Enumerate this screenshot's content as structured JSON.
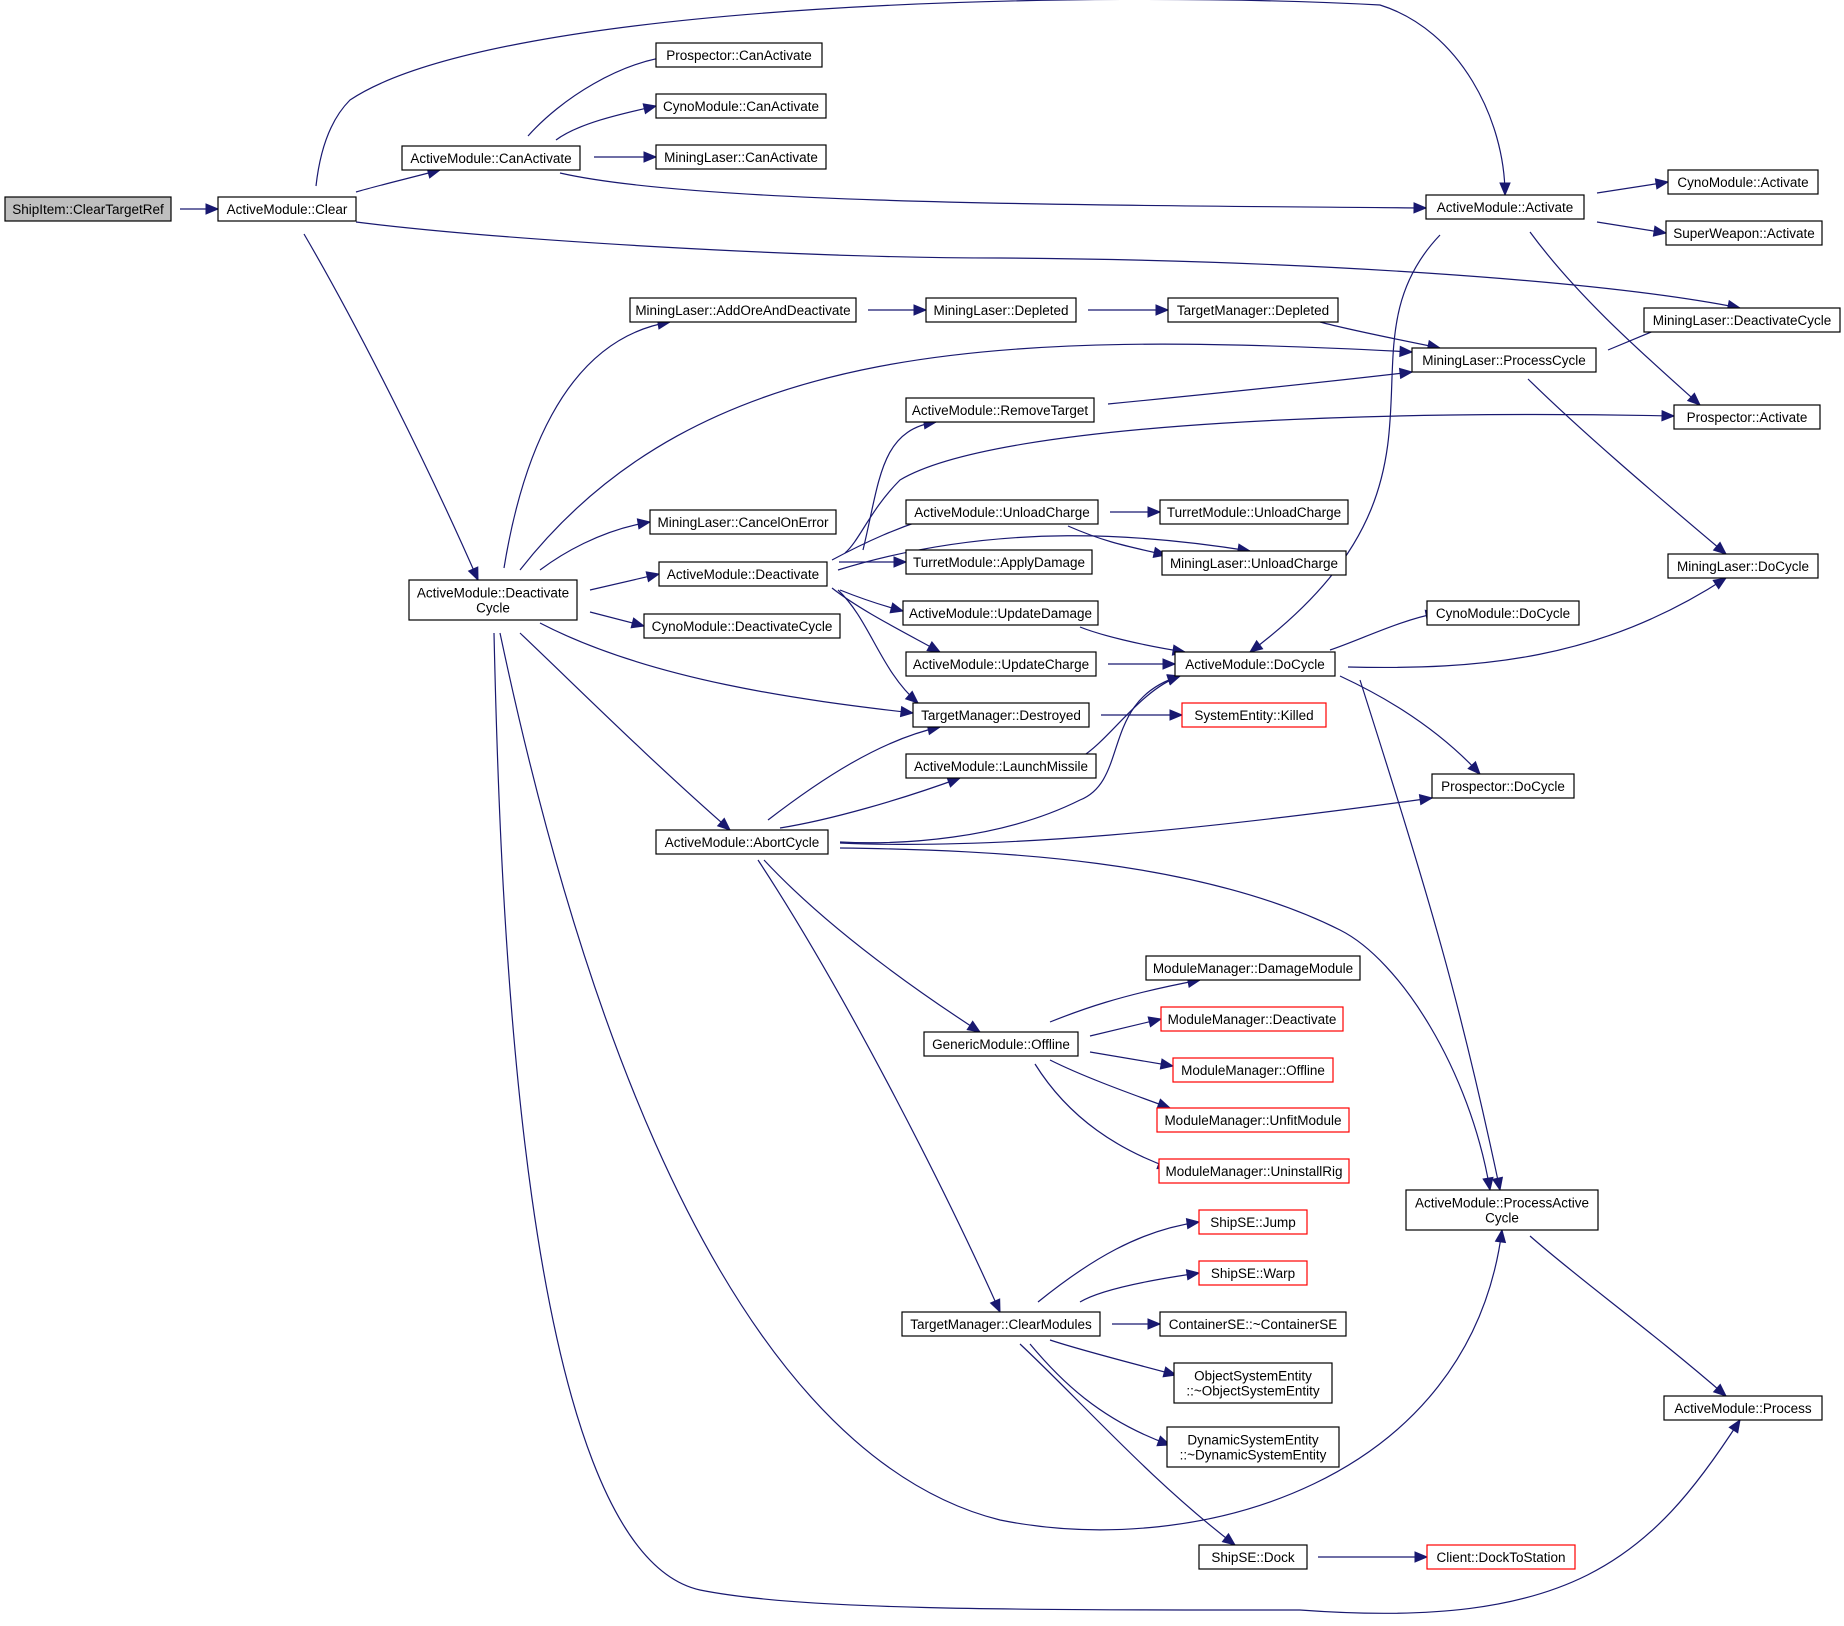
{
  "nodes": [
    {
      "id": "n0",
      "label": [
        "ShipItem::ClearTargetRef"
      ],
      "style": "root"
    },
    {
      "id": "n1",
      "label": [
        "ActiveModule::Clear"
      ]
    },
    {
      "id": "n2",
      "label": [
        "ActiveModule::CanActivate"
      ]
    },
    {
      "id": "n3",
      "label": [
        "Prospector::CanActivate"
      ]
    },
    {
      "id": "n4",
      "label": [
        "CynoModule::CanActivate"
      ]
    },
    {
      "id": "n5",
      "label": [
        "MiningLaser::CanActivate"
      ]
    },
    {
      "id": "n6",
      "label": [
        "ActiveModule::Activate"
      ]
    },
    {
      "id": "n7",
      "label": [
        "CynoModule::Activate"
      ]
    },
    {
      "id": "n8",
      "label": [
        "SuperWeapon::Activate"
      ]
    },
    {
      "id": "n9",
      "label": [
        "MiningLaser::DeactivateCycle"
      ]
    },
    {
      "id": "n10",
      "label": [
        "Prospector::Activate"
      ]
    },
    {
      "id": "n11",
      "label": [
        "ActiveModule::Deactivate",
        "Cycle"
      ]
    },
    {
      "id": "n12",
      "label": [
        "MiningLaser::AddOreAndDeactivate"
      ]
    },
    {
      "id": "n13",
      "label": [
        "MiningLaser::Depleted"
      ]
    },
    {
      "id": "n14",
      "label": [
        "TargetManager::Depleted"
      ]
    },
    {
      "id": "n15",
      "label": [
        "MiningLaser::ProcessCycle"
      ]
    },
    {
      "id": "n16",
      "label": [
        "MiningLaser::DoCycle"
      ]
    },
    {
      "id": "n17",
      "label": [
        "MiningLaser::CancelOnError"
      ]
    },
    {
      "id": "n18",
      "label": [
        "ActiveModule::Deactivate"
      ]
    },
    {
      "id": "n19",
      "label": [
        "CynoModule::DeactivateCycle"
      ]
    },
    {
      "id": "n20",
      "label": [
        "ActiveModule::RemoveTarget"
      ]
    },
    {
      "id": "n21",
      "label": [
        "ActiveModule::UnloadCharge"
      ]
    },
    {
      "id": "n22",
      "label": [
        "TurretModule::UnloadCharge"
      ]
    },
    {
      "id": "n23",
      "label": [
        "MiningLaser::UnloadCharge"
      ]
    },
    {
      "id": "n24",
      "label": [
        "TurretModule::ApplyDamage"
      ]
    },
    {
      "id": "n25",
      "label": [
        "ActiveModule::UpdateDamage"
      ]
    },
    {
      "id": "n26",
      "label": [
        "ActiveModule::UpdateCharge"
      ]
    },
    {
      "id": "n27",
      "label": [
        "ActiveModule::DoCycle"
      ]
    },
    {
      "id": "n28",
      "label": [
        "CynoModule::DoCycle"
      ]
    },
    {
      "id": "n29",
      "label": [
        "TargetManager::Destroyed"
      ]
    },
    {
      "id": "n30",
      "label": [
        "SystemEntity::Killed"
      ],
      "style": "red"
    },
    {
      "id": "n31",
      "label": [
        "ActiveModule::LaunchMissile"
      ]
    },
    {
      "id": "n32",
      "label": [
        "Prospector::DoCycle"
      ]
    },
    {
      "id": "n33",
      "label": [
        "ActiveModule::AbortCycle"
      ]
    },
    {
      "id": "n34",
      "label": [
        "GenericModule::Offline"
      ]
    },
    {
      "id": "n35",
      "label": [
        "ModuleManager::DamageModule"
      ]
    },
    {
      "id": "n36",
      "label": [
        "ModuleManager::Deactivate"
      ],
      "style": "red"
    },
    {
      "id": "n37",
      "label": [
        "ModuleManager::Offline"
      ],
      "style": "red"
    },
    {
      "id": "n38",
      "label": [
        "ModuleManager::UnfitModule"
      ],
      "style": "red"
    },
    {
      "id": "n39",
      "label": [
        "ModuleManager::UninstallRig"
      ],
      "style": "red"
    },
    {
      "id": "n40",
      "label": [
        "ActiveModule::ProcessActive",
        "Cycle"
      ]
    },
    {
      "id": "n41",
      "label": [
        "ActiveModule::Process"
      ]
    },
    {
      "id": "n42",
      "label": [
        "TargetManager::ClearModules"
      ]
    },
    {
      "id": "n43",
      "label": [
        "ShipSE::Jump"
      ],
      "style": "red"
    },
    {
      "id": "n44",
      "label": [
        "ShipSE::Warp"
      ],
      "style": "red"
    },
    {
      "id": "n45",
      "label": [
        "ContainerSE::~ContainerSE"
      ]
    },
    {
      "id": "n46",
      "label": [
        "ObjectSystemEntity",
        "::~ObjectSystemEntity"
      ]
    },
    {
      "id": "n47",
      "label": [
        "DynamicSystemEntity",
        "::~DynamicSystemEntity"
      ]
    },
    {
      "id": "n48",
      "label": [
        "ShipSE::Dock"
      ]
    },
    {
      "id": "n49",
      "label": [
        "Client::DockToStation"
      ],
      "style": "red"
    }
  ],
  "edges": [
    {
      "from": "n1",
      "to": "n0"
    },
    {
      "from": "n2",
      "to": "n1"
    },
    {
      "from": "n6",
      "to": "n1"
    },
    {
      "from": "n9",
      "to": "n1"
    },
    {
      "from": "n11",
      "to": "n1"
    },
    {
      "from": "n3",
      "to": "n2"
    },
    {
      "from": "n4",
      "to": "n2"
    },
    {
      "from": "n5",
      "to": "n2"
    },
    {
      "from": "n6",
      "to": "n2"
    },
    {
      "from": "n7",
      "to": "n6"
    },
    {
      "from": "n8",
      "to": "n6"
    },
    {
      "from": "n10",
      "to": "n6"
    },
    {
      "from": "n27",
      "to": "n6"
    },
    {
      "from": "n12",
      "to": "n11"
    },
    {
      "from": "n15",
      "to": "n11"
    },
    {
      "from": "n17",
      "to": "n11"
    },
    {
      "from": "n18",
      "to": "n11"
    },
    {
      "from": "n19",
      "to": "n11"
    },
    {
      "from": "n29",
      "to": "n11"
    },
    {
      "from": "n33",
      "to": "n11"
    },
    {
      "from": "n40",
      "to": "n11"
    },
    {
      "from": "n41",
      "to": "n11"
    },
    {
      "from": "n13",
      "to": "n12"
    },
    {
      "from": "n14",
      "to": "n13"
    },
    {
      "from": "n15",
      "to": "n14"
    },
    {
      "from": "n9",
      "to": "n15"
    },
    {
      "from": "n16",
      "to": "n15"
    },
    {
      "from": "n15",
      "to": "n20"
    },
    {
      "from": "n20",
      "to": "n18"
    },
    {
      "from": "n10",
      "to": "n18"
    },
    {
      "from": "n21",
      "to": "n18"
    },
    {
      "from": "n24",
      "to": "n18"
    },
    {
      "from": "n25",
      "to": "n18"
    },
    {
      "from": "n26",
      "to": "n18"
    },
    {
      "from": "n29",
      "to": "n18"
    },
    {
      "from": "n23",
      "to": "n18"
    },
    {
      "from": "n22",
      "to": "n21"
    },
    {
      "from": "n23",
      "to": "n21"
    },
    {
      "from": "n27",
      "to": "n25"
    },
    {
      "from": "n27",
      "to": "n26"
    },
    {
      "from": "n28",
      "to": "n27"
    },
    {
      "from": "n16",
      "to": "n27"
    },
    {
      "from": "n32",
      "to": "n27"
    },
    {
      "from": "n40",
      "to": "n27"
    },
    {
      "from": "n30",
      "to": "n29"
    },
    {
      "from": "n27",
      "to": "n31"
    },
    {
      "from": "n29",
      "to": "n33"
    },
    {
      "from": "n31",
      "to": "n33"
    },
    {
      "from": "n27",
      "to": "n33"
    },
    {
      "from": "n32",
      "to": "n33"
    },
    {
      "from": "n40",
      "to": "n33"
    },
    {
      "from": "n34",
      "to": "n33"
    },
    {
      "from": "n42",
      "to": "n33"
    },
    {
      "from": "n35",
      "to": "n34"
    },
    {
      "from": "n36",
      "to": "n34"
    },
    {
      "from": "n37",
      "to": "n34"
    },
    {
      "from": "n38",
      "to": "n34"
    },
    {
      "from": "n39",
      "to": "n34"
    },
    {
      "from": "n41",
      "to": "n40"
    },
    {
      "from": "n43",
      "to": "n42"
    },
    {
      "from": "n44",
      "to": "n42"
    },
    {
      "from": "n45",
      "to": "n42"
    },
    {
      "from": "n46",
      "to": "n42"
    },
    {
      "from": "n47",
      "to": "n42"
    },
    {
      "from": "n48",
      "to": "n42"
    },
    {
      "from": "n49",
      "to": "n48"
    }
  ]
}
